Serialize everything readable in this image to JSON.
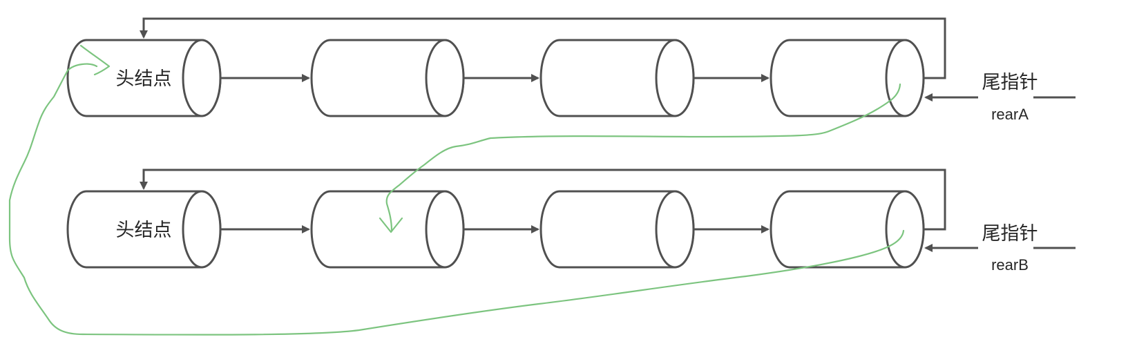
{
  "lists": [
    {
      "head_label": "头结点",
      "rear_label": "尾指针",
      "rear_name": "rearA"
    },
    {
      "head_label": "头结点",
      "rear_label": "尾指针",
      "rear_name": "rearB"
    }
  ],
  "colors": {
    "outline": "#505050",
    "annotation": "#7cc47f",
    "text": "#262626"
  }
}
